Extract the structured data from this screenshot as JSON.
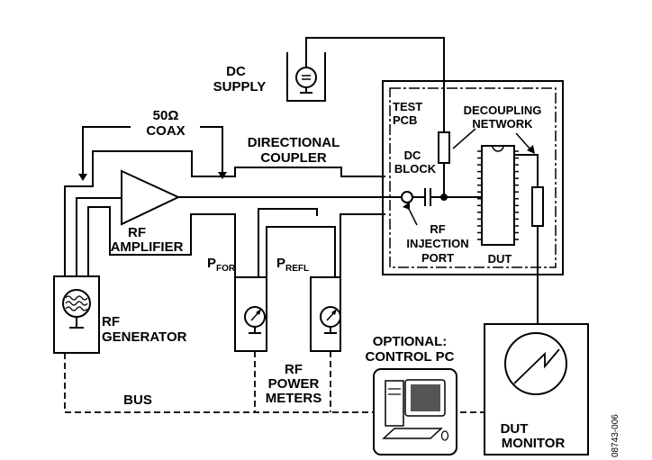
{
  "labels": {
    "dc_supply_1": "DC",
    "dc_supply_2": "SUPPLY",
    "coax_1": "50Ω",
    "coax_2": "COAX",
    "coupler_1": "DIRECTIONAL",
    "coupler_2": "COUPLER",
    "test_pcb_1": "TEST",
    "test_pcb_2": "PCB",
    "decoupling_1": "DECOUPLING",
    "decoupling_2": "NETWORK",
    "dc_block_1": "DC",
    "dc_block_2": "BLOCK",
    "rf_amp_1": "RF",
    "rf_amp_2": "AMPLIFIER",
    "p_for_main": "P",
    "p_for_sub": "FOR",
    "p_refl_main": "P",
    "p_refl_sub": "REFL",
    "injection_1": "RF",
    "injection_2": "INJECTION",
    "injection_3": "PORT",
    "dut": "DUT",
    "rf_gen_1": "RF",
    "rf_gen_2": "GENERATOR",
    "pc_1": "OPTIONAL:",
    "pc_2": "CONTROL PC",
    "meters_1": "RF",
    "meters_2": "POWER",
    "meters_3": "METERS",
    "bus": "BUS",
    "monitor_1": "DUT",
    "monitor_2": "MONITOR",
    "figure_id": "08743-006"
  },
  "icons": {
    "dc_source": "dc-source-icon",
    "rf_generator": "rf-generator-icon",
    "power_meter": "power-meter-icon",
    "computer": "computer-icon",
    "oscilloscope": "oscilloscope-icon",
    "amplifier": "amplifier-icon",
    "ic_chip": "ic-chip-icon"
  }
}
